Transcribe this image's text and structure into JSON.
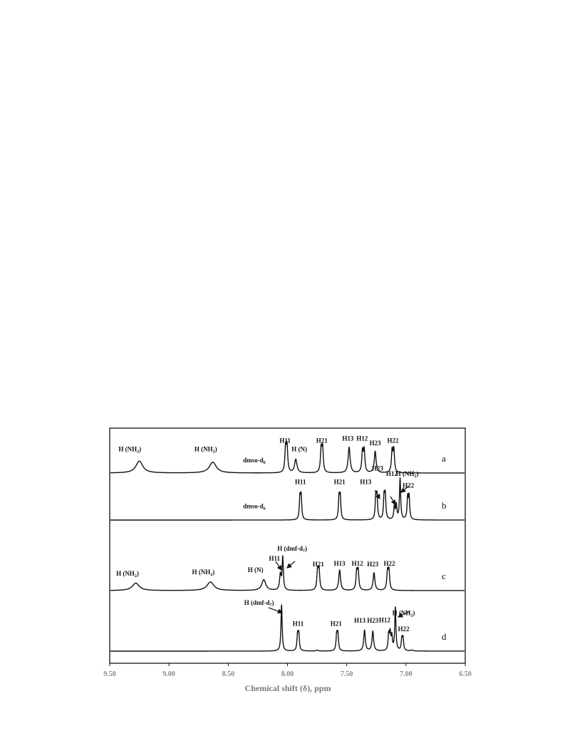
{
  "chart_data": {
    "type": "line",
    "xlabel": "Chemical shift (δ), ppm",
    "xlim": [
      9.5,
      6.5
    ],
    "x_reversed": true,
    "x_ticks": [
      "9.50",
      "9.00",
      "8.50",
      "8.00",
      "7.50",
      "7.00",
      "6.50"
    ],
    "spectra": [
      {
        "name": "a",
        "peaks": [
          {
            "x": 9.25,
            "h": 0.44,
            "w": 0.035
          },
          {
            "x": 8.63,
            "h": 0.4,
            "w": 0.035
          },
          {
            "x": 8.01,
            "h": 0.92,
            "w": 0.007,
            "d": 0.012
          },
          {
            "x": 7.93,
            "h": 0.5,
            "w": 0.012
          },
          {
            "x": 7.71,
            "h": 0.87,
            "w": 0.007,
            "d": 0.012
          },
          {
            "x": 7.48,
            "h": 0.95,
            "w": 0.01
          },
          {
            "x": 7.36,
            "h": 0.8,
            "w": 0.007,
            "d": 0.014
          },
          {
            "x": 7.26,
            "h": 0.8,
            "w": 0.009
          },
          {
            "x": 7.11,
            "h": 0.82,
            "w": 0.007,
            "d": 0.014
          }
        ],
        "labels": [
          {
            "text": "H (NH",
            "sub": "2",
            "tail": ")",
            "x": 9.33,
            "pos": 0.8
          },
          {
            "text": "H (NH",
            "sub": "2",
            "tail": ")",
            "x": 8.69,
            "pos": 0.8
          },
          {
            "text": "dmso-d",
            "sub": "6",
            "tail": "",
            "x": 8.28,
            "pos": 0.4
          },
          {
            "text": "H11",
            "sub": "",
            "tail": "",
            "x": 8.02,
            "pos": 1.12
          },
          {
            "text": "H (N)",
            "sub": "",
            "tail": "",
            "x": 7.9,
            "pos": 0.8
          },
          {
            "text": "H21",
            "sub": "",
            "tail": "",
            "x": 7.71,
            "pos": 1.12
          },
          {
            "text": "H13",
            "sub": "",
            "tail": "",
            "x": 7.49,
            "pos": 1.2
          },
          {
            "text": "H12",
            "sub": "",
            "tail": "",
            "x": 7.37,
            "pos": 1.2
          },
          {
            "text": "H23",
            "sub": "",
            "tail": "",
            "x": 7.26,
            "pos": 1.02
          },
          {
            "text": "H22",
            "sub": "",
            "tail": "",
            "x": 7.11,
            "pos": 1.12
          }
        ]
      },
      {
        "name": "b",
        "peaks": [
          {
            "x": 7.89,
            "h": 0.95,
            "w": 0.006,
            "d": 0.01
          },
          {
            "x": 7.56,
            "h": 0.95,
            "w": 0.006,
            "d": 0.01
          },
          {
            "x": 7.25,
            "h": 0.97,
            "w": 0.006,
            "d": 0.01
          },
          {
            "x": 7.18,
            "h": 0.99,
            "w": 0.006,
            "d": 0.01
          },
          {
            "x": 7.09,
            "h": 0.6,
            "w": 0.006,
            "d": 0.016
          },
          {
            "x": 7.05,
            "h": 1.75,
            "w": 0.006
          },
          {
            "x": 6.98,
            "h": 0.95,
            "w": 0.006,
            "d": 0.012
          }
        ],
        "labels": [
          {
            "text": "dmso-d",
            "sub": "6",
            "tail": "",
            "x": 8.28,
            "pos": 0.5
          },
          {
            "text": "H11",
            "sub": "",
            "tail": "",
            "x": 7.89,
            "pos": 1.53
          },
          {
            "text": "H21",
            "sub": "",
            "tail": "",
            "x": 7.56,
            "pos": 1.53
          },
          {
            "text": "H13",
            "sub": "",
            "tail": "",
            "x": 7.34,
            "pos": 1.53
          },
          {
            "text": "H23",
            "sub": "",
            "tail": "",
            "x": 7.24,
            "pos": 2.1
          },
          {
            "text": "H12",
            "sub": "",
            "tail": "",
            "x": 7.12,
            "pos": 1.88
          },
          {
            "text": "H (NH",
            "sub": "2",
            "tail": ")",
            "x": 6.99,
            "pos": 1.88
          },
          {
            "text": "H22",
            "sub": "",
            "tail": "",
            "x": 6.98,
            "pos": 1.38
          }
        ]
      },
      {
        "name": "c",
        "peaks": [
          {
            "x": 9.28,
            "h": 0.26,
            "w": 0.035
          },
          {
            "x": 8.65,
            "h": 0.3,
            "w": 0.035
          },
          {
            "x": 8.2,
            "h": 0.38,
            "w": 0.02
          },
          {
            "x": 8.06,
            "h": 0.55,
            "w": 0.008
          },
          {
            "x": 8.04,
            "h": 1.15,
            "w": 0.006
          },
          {
            "x": 7.74,
            "h": 0.7,
            "w": 0.007,
            "d": 0.012
          },
          {
            "x": 7.56,
            "h": 0.72,
            "w": 0.009
          },
          {
            "x": 7.41,
            "h": 0.65,
            "w": 0.007,
            "d": 0.012
          },
          {
            "x": 7.27,
            "h": 0.62,
            "w": 0.009
          },
          {
            "x": 7.15,
            "h": 0.66,
            "w": 0.007,
            "d": 0.012
          }
        ],
        "labels": [
          {
            "text": "H (NH",
            "sub": "2",
            "tail": ")",
            "x": 9.35,
            "pos": 0.52
          },
          {
            "text": "H (NH",
            "sub": "2",
            "tail": ")",
            "x": 8.71,
            "pos": 0.57
          },
          {
            "text": "H (N)",
            "sub": "",
            "tail": "",
            "x": 8.27,
            "pos": 0.65
          },
          {
            "text": "H11",
            "sub": "",
            "tail": "",
            "x": 8.11,
            "pos": 1.05
          },
          {
            "text": "H (dmf-d",
            "sub": "7",
            "tail": ")",
            "x": 7.96,
            "pos": 1.4
          },
          {
            "text": "H21",
            "sub": "",
            "tail": "",
            "x": 7.74,
            "pos": 0.85
          },
          {
            "text": "H13",
            "sub": "",
            "tail": "",
            "x": 7.56,
            "pos": 0.87
          },
          {
            "text": "H12",
            "sub": "",
            "tail": "",
            "x": 7.41,
            "pos": 0.87
          },
          {
            "text": "H23",
            "sub": "",
            "tail": "",
            "x": 7.28,
            "pos": 0.85
          },
          {
            "text": "H22",
            "sub": "",
            "tail": "",
            "x": 7.14,
            "pos": 0.87
          }
        ]
      },
      {
        "name": "d",
        "peaks": [
          {
            "x": 8.05,
            "h": 1.55,
            "w": 0.006
          },
          {
            "x": 7.91,
            "h": 0.55,
            "w": 0.006,
            "d": 0.01
          },
          {
            "x": 7.75,
            "h": 0.03,
            "w": 0.01
          },
          {
            "x": 7.58,
            "h": 0.55,
            "w": 0.006,
            "d": 0.01
          },
          {
            "x": 7.35,
            "h": 0.7,
            "w": 0.008
          },
          {
            "x": 7.28,
            "h": 0.66,
            "w": 0.008
          },
          {
            "x": 7.14,
            "h": 0.55,
            "w": 0.006,
            "d": 0.012
          },
          {
            "x": 7.12,
            "h": 0.45,
            "w": 0.006
          },
          {
            "x": 7.09,
            "h": 1.45,
            "w": 0.006
          },
          {
            "x": 7.03,
            "h": 0.4,
            "w": 0.006,
            "d": 0.01
          },
          {
            "x": 6.95,
            "h": 0.03,
            "w": 0.01
          }
        ],
        "labels": [
          {
            "text": "H (dmf-d",
            "sub": "7",
            "tail": ")",
            "x": 8.24,
            "pos": 1.55
          },
          {
            "text": "H11",
            "sub": "",
            "tail": "",
            "x": 7.91,
            "pos": 0.85
          },
          {
            "text": "H21",
            "sub": "",
            "tail": "",
            "x": 7.59,
            "pos": 0.85
          },
          {
            "text": "H13",
            "sub": "",
            "tail": "",
            "x": 7.39,
            "pos": 0.95
          },
          {
            "text": "H23",
            "sub": "",
            "tail": "",
            "x": 7.28,
            "pos": 0.95
          },
          {
            "text": "H12",
            "sub": "",
            "tail": "",
            "x": 7.18,
            "pos": 0.97
          },
          {
            "text": "H (NH",
            "sub": "2",
            "tail": ")",
            "x": 7.02,
            "pos": 1.2
          },
          {
            "text": "H22",
            "sub": "",
            "tail": "",
            "x": 7.02,
            "pos": 0.67
          }
        ]
      }
    ]
  }
}
